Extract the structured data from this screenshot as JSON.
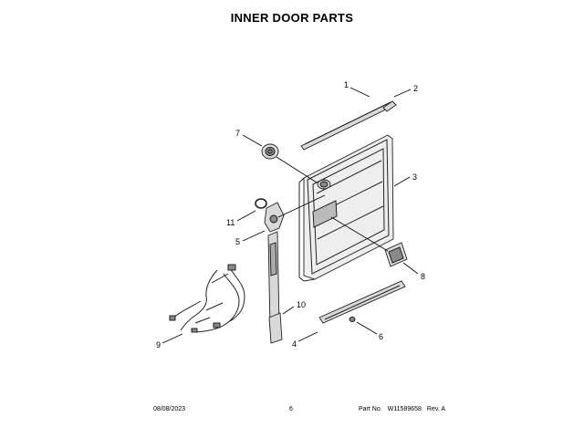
{
  "title": "INNER DOOR PARTS",
  "footer": {
    "date": "08/08/2023",
    "page": "6",
    "part_no_label": "Part No.",
    "part_no": "W11589658",
    "rev": "Rev. A"
  },
  "callouts": {
    "c1": "1",
    "c2": "2",
    "c3": "3",
    "c4": "4",
    "c5": "5",
    "c6": "6",
    "c7": "7",
    "c8": "8",
    "c9": "9",
    "c10": "10",
    "c11": "11"
  }
}
